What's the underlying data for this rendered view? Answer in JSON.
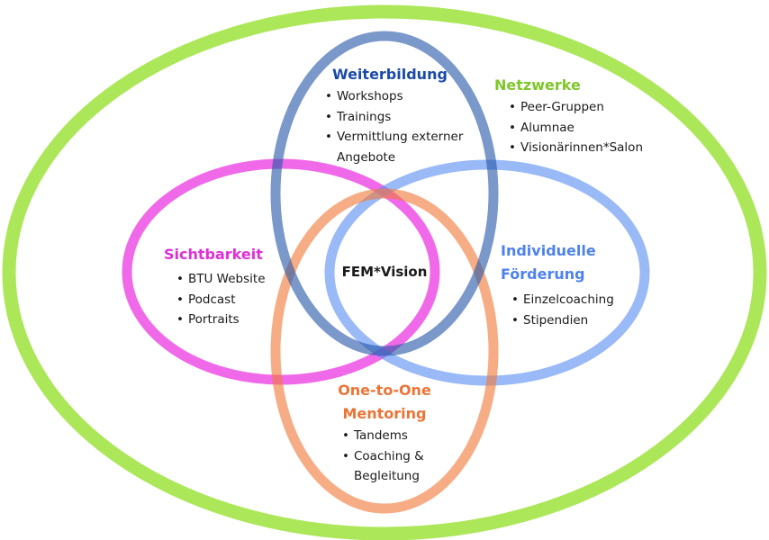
{
  "colors": {
    "netzwerke": "#9ee33d",
    "weiterbildung": "#2858a8",
    "sichtbarkeit": "#ea2fe0",
    "individuell": "#5b8ef2",
    "mentoring": "#f07a3c"
  },
  "center_label": "FEM*Vision",
  "weiterbildung": {
    "title": "Weiterbildung",
    "items": [
      "Workshops",
      "Trainings",
      "Vermittlung externer Angebote"
    ]
  },
  "netzwerke": {
    "title": "Netzwerke",
    "items": [
      "Peer-Gruppen",
      "Alumnae",
      "Visionärinnen*Salon"
    ]
  },
  "sichtbarkeit": {
    "title": "Sichtbarkeit",
    "items": [
      "BTU Website",
      "Podcast",
      "Portraits"
    ]
  },
  "individuell": {
    "title_line1": "Individuelle",
    "title_line2": "Förderung",
    "items": [
      "Einzelcoaching",
      "Stipendien"
    ]
  },
  "mentoring": {
    "title_line1": "One-to-One",
    "title_line2": "Mentoring",
    "items": [
      "Tandems",
      "Coaching & Begleitung"
    ]
  }
}
